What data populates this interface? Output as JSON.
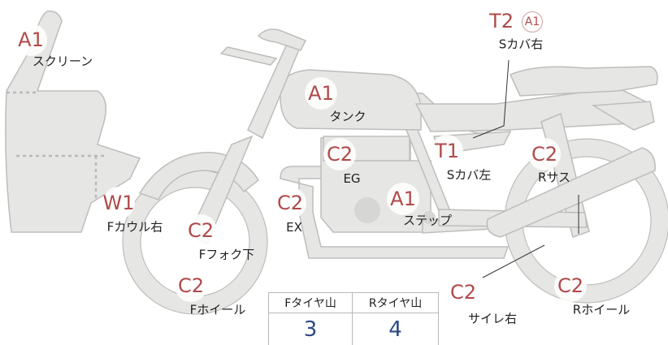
{
  "parts": [
    {
      "key": "screen",
      "grade": "A1",
      "label": "スクリーン"
    },
    {
      "key": "tank",
      "grade": "A1",
      "label": "タンク"
    },
    {
      "key": "engine",
      "grade": "C2",
      "label": "EG"
    },
    {
      "key": "exhaust",
      "grade": "C2",
      "label": "EX"
    },
    {
      "key": "step",
      "grade": "A1",
      "label": "ステップ"
    },
    {
      "key": "cover_l",
      "grade": "T1",
      "label": "Sカバ左"
    },
    {
      "key": "cover_r",
      "grade": "T2",
      "grade2": "A1",
      "label": "Sカバ右"
    },
    {
      "key": "rsus",
      "grade": "C2",
      "label": "Rサス"
    },
    {
      "key": "fcowl_r",
      "grade": "W1",
      "label": "Fカウル右"
    },
    {
      "key": "ffork",
      "grade": "C2",
      "label": "Fフォク下"
    },
    {
      "key": "fwheel",
      "grade": "C2",
      "label": "Fホイール"
    },
    {
      "key": "muffler_r",
      "grade": "C2",
      "label": "サイレ右"
    },
    {
      "key": "rwheel",
      "grade": "C2",
      "label": "Rホイール"
    }
  ],
  "tread": {
    "front_header": "Fタイヤ山",
    "rear_header": "Rタイヤ山",
    "front_value": "3",
    "rear_value": "4"
  },
  "colors": {
    "body_fill": "#e6e6e4",
    "body_stroke": "#bdbdbb",
    "grade_text": "#b04a4a",
    "tread_value": "#2b4a86"
  }
}
